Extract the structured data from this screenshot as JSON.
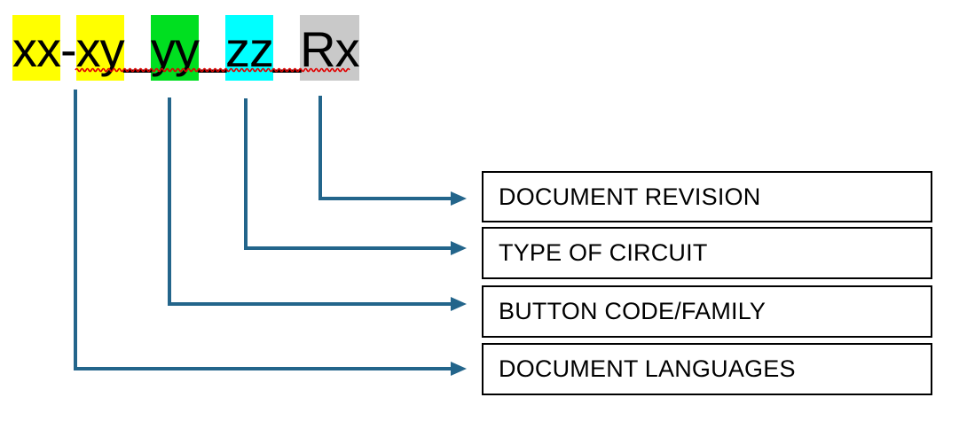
{
  "title_code": {
    "full_text": "xx-xy_yy_zz_Rx",
    "segments": [
      {
        "text": "xx",
        "highlight": "yellow"
      },
      {
        "text": "-",
        "highlight": "none"
      },
      {
        "text": "xy",
        "highlight": "yellow"
      },
      {
        "text": "_",
        "highlight": "none"
      },
      {
        "text": "yy",
        "highlight": "green"
      },
      {
        "text": "_",
        "highlight": "none"
      },
      {
        "text": "zz",
        "highlight": "cyan"
      },
      {
        "text": "_",
        "highlight": "none"
      },
      {
        "text": "Rx",
        "highlight": "gray"
      }
    ],
    "spellcheck_underline_span": "xy_yy_zz_Rx"
  },
  "legend_boxes": [
    {
      "label": "DOCUMENT REVISION",
      "source_segment": "Rx"
    },
    {
      "label": "TYPE OF CIRCUIT",
      "source_segment": "zz"
    },
    {
      "label": "BUTTON CODE/FAMILY",
      "source_segment": "yy"
    },
    {
      "label": "DOCUMENT LANGUAGES",
      "source_segment": "xx-xy"
    }
  ],
  "colors": {
    "highlight_yellow": "#FFFF00",
    "highlight_green": "#00DF20",
    "highlight_cyan": "#00FFFF",
    "highlight_gray": "#C9C9C9",
    "connector_blue": "#23658B",
    "squiggle_red": "#E00000",
    "box_border": "#000000",
    "text": "#000000",
    "background": "#FFFFFF"
  }
}
